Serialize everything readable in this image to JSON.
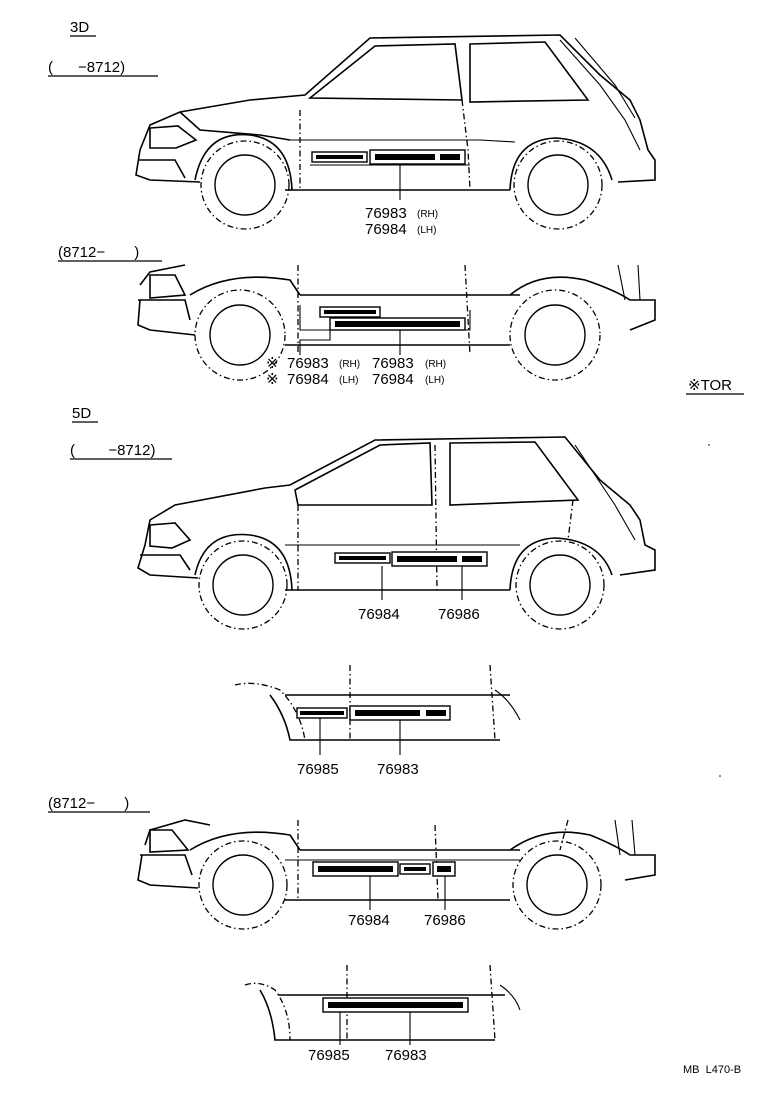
{
  "sections": {
    "three_door": {
      "heading": "3D",
      "range_1": "(      −8712)",
      "range_2": "(8712−       )"
    },
    "five_door": {
      "heading": "5D",
      "range_1": "(        −8712)",
      "range_2": "(8712−       )"
    }
  },
  "labels": {
    "a_76983_rh": "76983",
    "a_rh": "(RH)",
    "a_76984_lh": "76984",
    "a_lh": "(LH)",
    "b_mark_1": "※",
    "b_76983_rh_1": "76983",
    "b_rh_1": "(RH)",
    "b_mark_2": "※",
    "b_76984_lh_1": "76984",
    "b_lh_1": "(LH)",
    "b_76983_rh_2": "76983",
    "b_rh_2": "(RH)",
    "b_76984_lh_2": "76984",
    "b_lh_2": "(LH)",
    "tor_note": "※TOR",
    "c_76984": "76984",
    "c_76986": "76986",
    "d_76985": "76985",
    "d_76983": "76983",
    "e_76984": "76984",
    "e_76986": "76986",
    "f_76985": "76985",
    "f_76983": "76983"
  },
  "footer": {
    "code": "MB  L470-B"
  }
}
